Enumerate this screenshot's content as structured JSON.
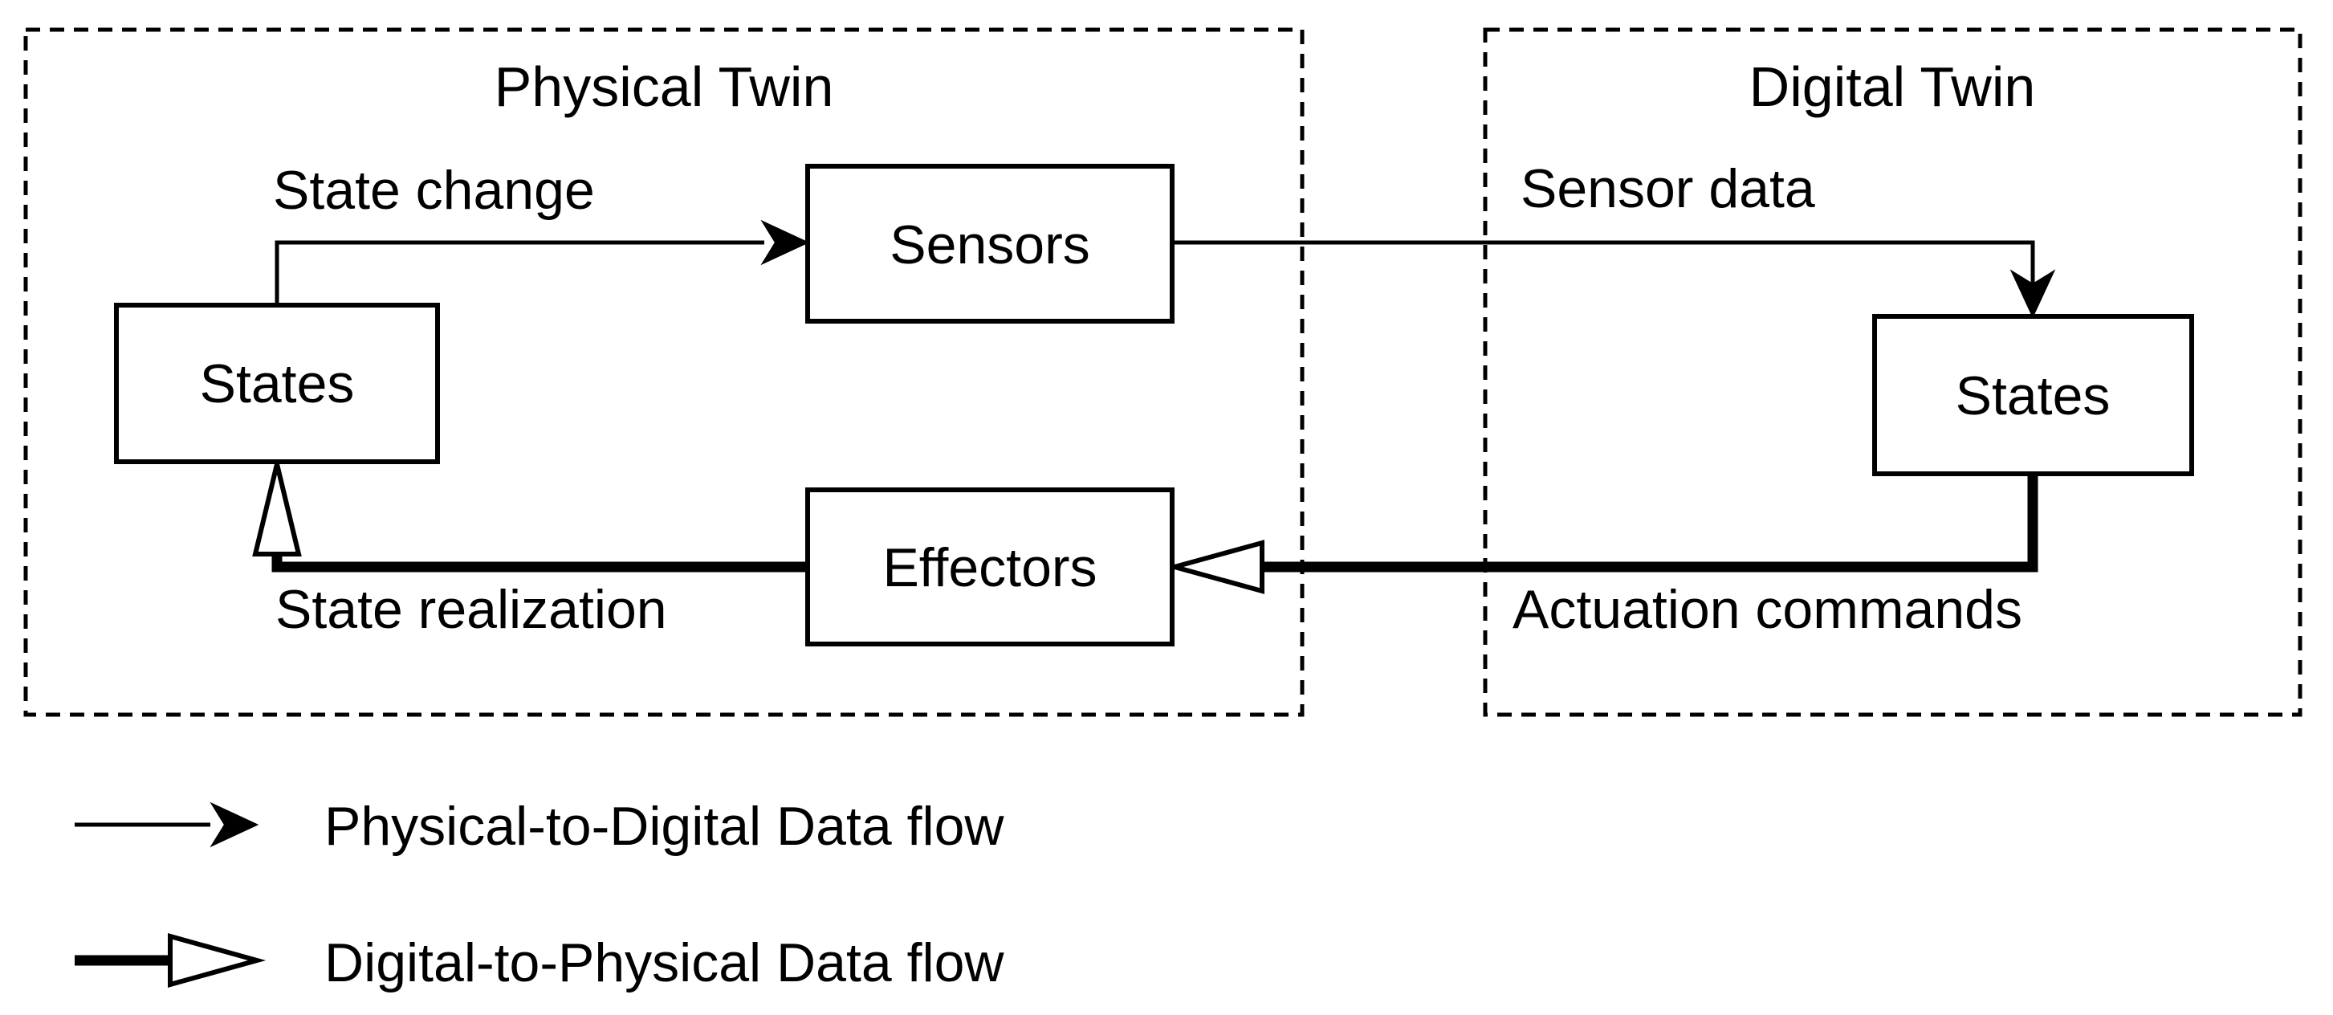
{
  "figure": {
    "background_color": "#ffffff",
    "line_color": "#000000",
    "physical_twin": {
      "title": "Physical Twin",
      "nodes": {
        "states": "States",
        "sensors": "Sensors",
        "effectors": "Effectors"
      }
    },
    "digital_twin": {
      "title": "Digital Twin",
      "nodes": {
        "states": "States"
      }
    },
    "edge_labels": {
      "state_change": "State change",
      "sensor_data": "Sensor data",
      "actuation_commands": "Actuation commands",
      "state_realization": "State realization"
    },
    "legend": {
      "physical_to_digital": "Physical-to-Digital Data flow",
      "digital_to_physical": "Digital-to-Physical Data flow"
    }
  }
}
